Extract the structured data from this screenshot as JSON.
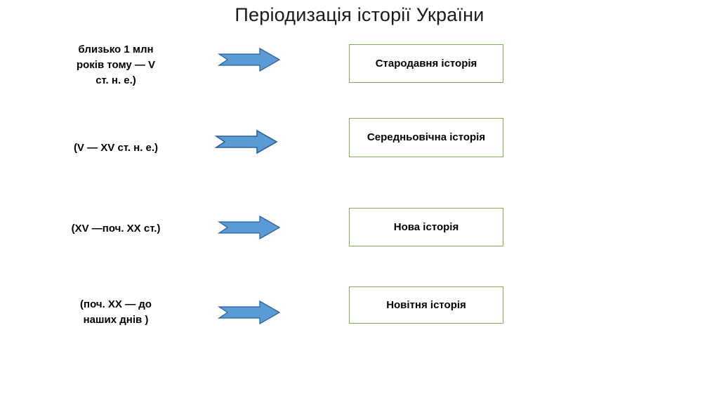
{
  "slide": {
    "title": "Періодизація історії України",
    "background_color": "#FFFFFF",
    "arrow_fill_color": "#5B9BD5",
    "arrow_stroke_color": "#2E5F9E",
    "box_border_color": "#7FAD56",
    "box_fill_color": "#FFFFFF",
    "text_color": "#000000"
  },
  "rows": [
    {
      "period": "близько 1 млн\nроків тому — V\nст. н. е.)",
      "arrow": "right-arrow-icon",
      "era": "Стародавня історія"
    },
    {
      "period": "(V —  XV ст. н. е.)",
      "arrow": "right-arrow-icon",
      "era": "Середньовічна історія"
    },
    {
      "period": "(XV —поч. XX ст.)",
      "arrow": "right-arrow-icon",
      "era": "Нова історія"
    },
    {
      "period": "(поч. XX — до\nнаших днів )",
      "arrow": "right-arrow-icon",
      "era": "Новітня історія"
    }
  ]
}
